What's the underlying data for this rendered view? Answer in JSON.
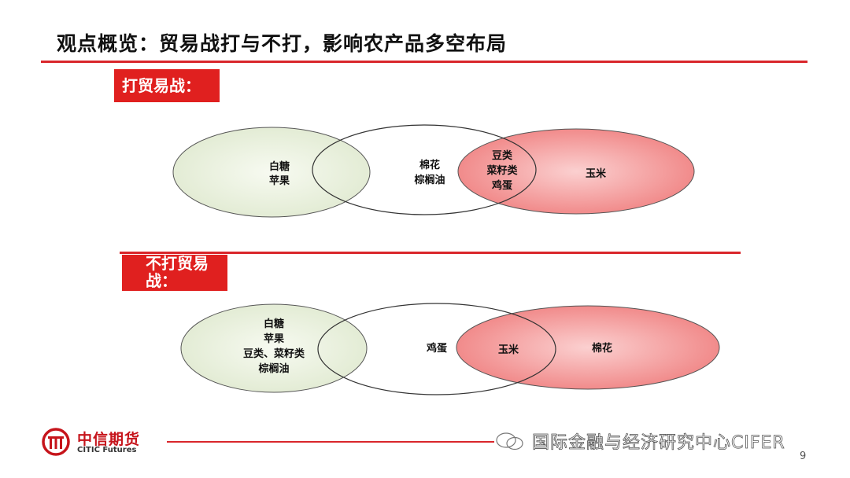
{
  "title": "观点概览：贸易战打与不打，影响农产品多空布局",
  "scenario_1": {
    "tag": "打贸易战：",
    "left_circle": [
      "白糖",
      "苹果"
    ],
    "middle_circle": [
      "棉花",
      "棕榈油"
    ],
    "overlap_middle_right": [
      "豆类",
      "菜籽类",
      "鸡蛋"
    ],
    "right_circle": [
      "玉米"
    ]
  },
  "scenario_2": {
    "tag_line1": "不打贸易",
    "tag_line2": "战：",
    "left_circle": [
      "白糖",
      "苹果",
      "豆类、菜籽类",
      "棕榈油"
    ],
    "middle_circle": [
      "鸡蛋"
    ],
    "overlap_middle_right": [
      "玉米"
    ],
    "right_circle": [
      "棉花"
    ]
  },
  "colors": {
    "accent_red": "#d9262b",
    "bullish_fill": "#f28c8c",
    "bearish_fill": "#e6efd9"
  },
  "footer": {
    "logo_cn": "中信期货",
    "logo_en": "CITIC Futures",
    "watermark": "国际金融与经济研究中心CIFER",
    "page_number": "9"
  }
}
